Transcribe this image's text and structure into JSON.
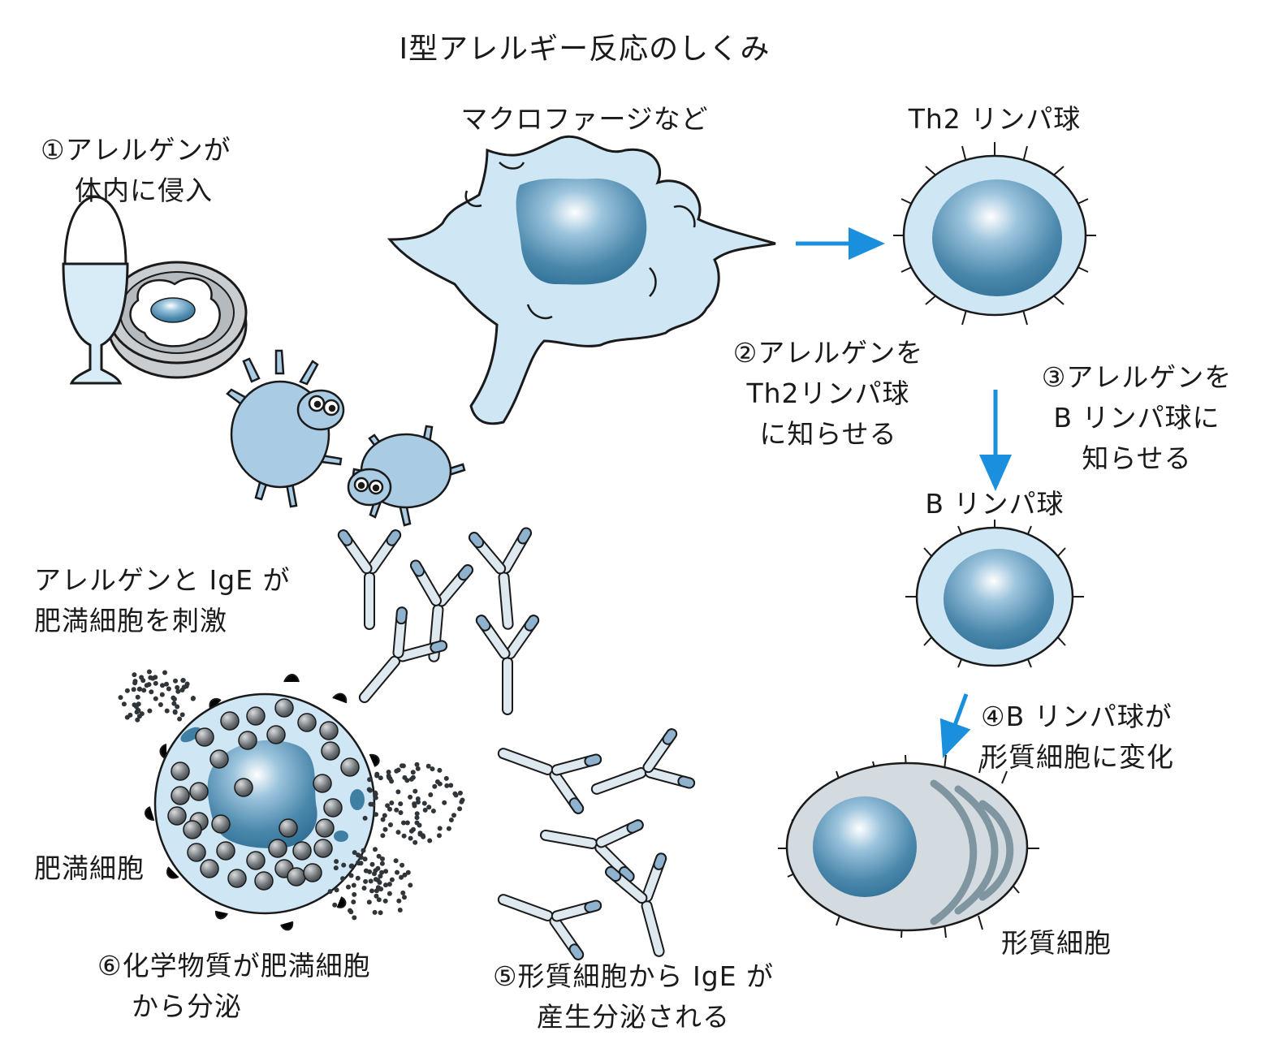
{
  "title": "Ⅰ型アレルギー反応のしくみ",
  "labels": {
    "macrophage": "マクロファージなど",
    "th2": "Th2 リンパ球",
    "b_cell": "B リンパ球",
    "plasma_cell": "形質細胞",
    "mast_cell": "肥満細胞"
  },
  "steps": {
    "step1": [
      "①アレルゲンが",
      "体内に侵入"
    ],
    "step2": [
      "②アレルゲンを",
      "Th2リンパ球",
      "に知らせる"
    ],
    "step3": [
      "③アレルゲンを",
      "B リンパ球に",
      "知らせる"
    ],
    "step4": [
      "④B リンパ球が",
      "形質細胞に変化"
    ],
    "step5": [
      "⑤形質細胞から IgE が",
      "産生分泌される"
    ],
    "step6": [
      "⑥化学物質が肥満細胞",
      "から分泌"
    ],
    "stimulate": [
      "アレルゲンと IgE が",
      "肥満細胞を刺激"
    ]
  },
  "colors": {
    "cell_fill": "#cfe6f5",
    "nucleus": "#3f7fa3",
    "nucleus_light": "#dcecf6",
    "plasma_fill": "#d4dbe0",
    "granule": "#5f6468",
    "arrow": "#1a8fde",
    "antibody_fill": "#dde8ef",
    "antibody_tip": "#8fb3cf",
    "outline": "#1a1a1a"
  },
  "icons": [
    "egg-icon",
    "fried-egg-icon",
    "dust-mite-icon",
    "antibody-icon",
    "arrow-icon"
  ]
}
